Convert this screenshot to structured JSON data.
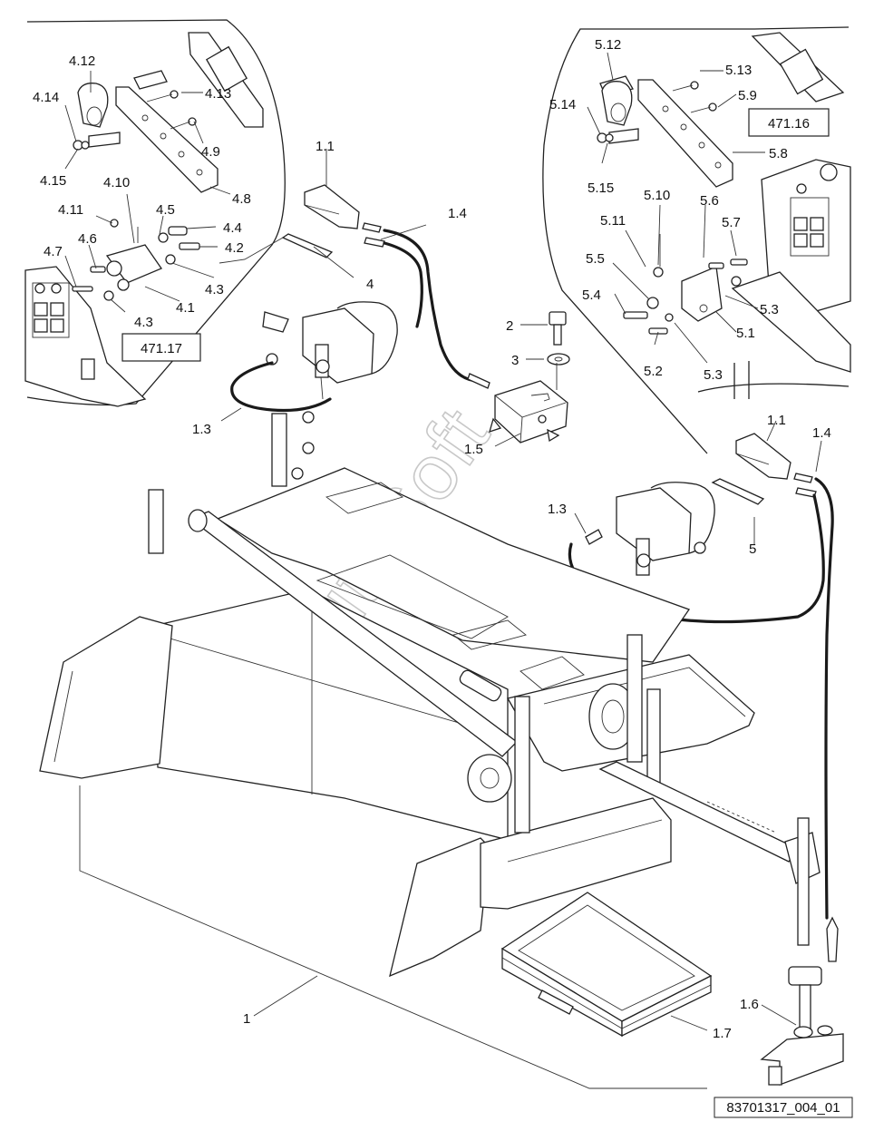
{
  "drawing_number": "83701317_004_01",
  "watermark": "AutoSoft",
  "reference_boxes": [
    {
      "id": "ref-471-17",
      "label": "471.17"
    },
    {
      "id": "ref-471-16",
      "label": "471.16"
    }
  ],
  "callouts": {
    "c_4_12": "4.12",
    "c_4_14": "4.14",
    "c_4_13": "4.13",
    "c_4_9": "4.9",
    "c_4_15": "4.15",
    "c_4_8": "4.8",
    "c_4_10": "4.10",
    "c_4_11": "4.11",
    "c_4_5": "4.5",
    "c_4_4": "4.4",
    "c_4_6": "4.6",
    "c_4_2": "4.2",
    "c_4_7": "4.7",
    "c_4_3a": "4.3",
    "c_4_1": "4.1",
    "c_4_3b": "4.3",
    "c_4": "4",
    "c_1_1a": "1.1",
    "c_1_4a": "1.4",
    "c_1_3a": "1.3",
    "c_2": "2",
    "c_3": "3",
    "c_1_5": "1.5",
    "c_5_12": "5.12",
    "c_5_13": "5.13",
    "c_5_14": "5.14",
    "c_5_9": "5.9",
    "c_5_15": "5.15",
    "c_5_8": "5.8",
    "c_5_10": "5.10",
    "c_5_6": "5.6",
    "c_5_11": "5.11",
    "c_5_7": "5.7",
    "c_5_5": "5.5",
    "c_5_4": "5.4",
    "c_5_3a": "5.3",
    "c_5_1": "5.1",
    "c_5_2": "5.2",
    "c_5_3b": "5.3",
    "c_1_1b": "1.1",
    "c_1_4b": "1.4",
    "c_1_3b": "1.3",
    "c_5": "5",
    "c_1": "1",
    "c_1_6": "1.6",
    "c_1_7": "1.7"
  }
}
